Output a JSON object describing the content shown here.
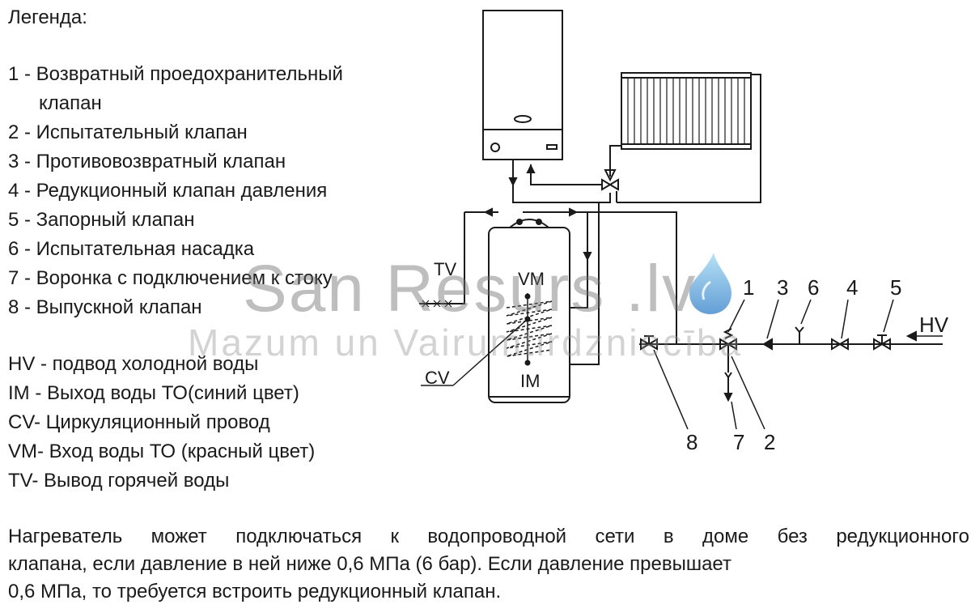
{
  "legend": {
    "title": "Легенда:",
    "items": [
      "1 - Возвратный проедохранительный",
      "клапан",
      "2 - Испытательный клапан",
      "3 - Противовозвратный клапан",
      "4 - Редукционный клапан давления",
      "5 - Запорный клапан",
      "6 - Испытательная насадка",
      "7 - Воронка с подключением к стоку",
      "8 - Выпускной клапан"
    ],
    "codes": [
      "HV - подвод холодной воды",
      "IM - Выход воды ТО(синий цвет)",
      "CV- Циркуляционный провод",
      "VM- Вход воды ТО (красный цвет)",
      "TV- Вывод горячей воды"
    ]
  },
  "diagram_labels": {
    "tv": "TV",
    "vm": "VM",
    "im": "IM",
    "cv": "CV",
    "hv": "HV",
    "n1": "1",
    "n2": "2",
    "n3": "3",
    "n4": "4",
    "n5": "5",
    "n6": "6",
    "n7": "7",
    "n8": "8"
  },
  "watermark": {
    "brand": "San Resurs .lv",
    "tagline": "Mazum un Vairumtirdzniecība"
  },
  "note": {
    "line1_words": [
      "Нагреватель",
      "может",
      "подключаться",
      "к",
      "водопроводной",
      "сети",
      "в",
      "доме",
      "без",
      "редукционного"
    ],
    "line2": "клапана, если давление в ней ниже 0,6 МПа (6 бар). Если давление превышает",
    "line3": "0,6 МПа, то требуется встроить редукционный клапан."
  }
}
